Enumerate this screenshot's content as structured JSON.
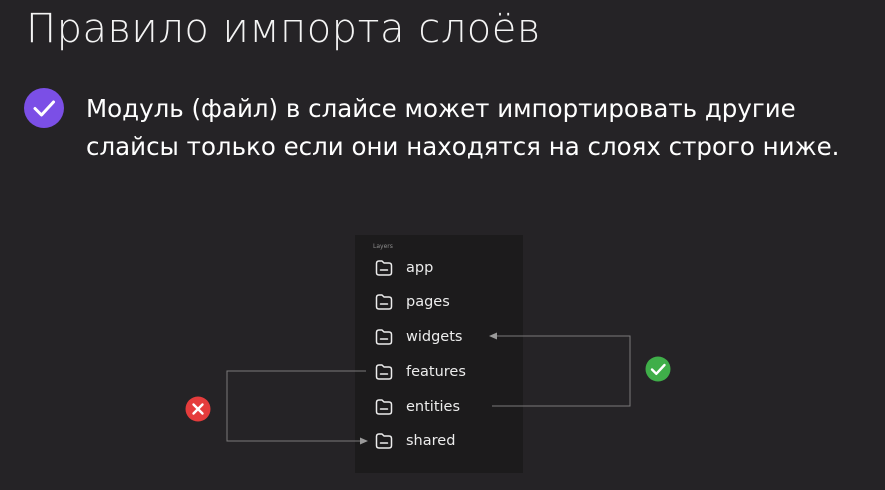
{
  "slide": {
    "title": "Правило импорта слоёв",
    "bullet": {
      "icon": "check-icon",
      "color": "#7b4fe6",
      "text": "Модуль (файл) в слайсе может импортировать другие слайсы только если они находятся на слоях строго ниже."
    }
  },
  "panel": {
    "caption": "Layers",
    "layers": [
      {
        "label": "app",
        "icon": "folder-icon"
      },
      {
        "label": "pages",
        "icon": "folder-icon"
      },
      {
        "label": "widgets",
        "icon": "folder-icon"
      },
      {
        "label": "features",
        "icon": "folder-icon"
      },
      {
        "label": "entities",
        "icon": "folder-icon"
      },
      {
        "label": "shared",
        "icon": "folder-icon"
      }
    ]
  },
  "arrows": {
    "allowed": {
      "from": "entities",
      "to": "widgets",
      "icon": "check-circle-icon",
      "color": "#3fae49"
    },
    "forbidden": {
      "from": "features",
      "to": "shared",
      "icon": "cross-circle-icon",
      "color": "#e53c3c"
    }
  }
}
